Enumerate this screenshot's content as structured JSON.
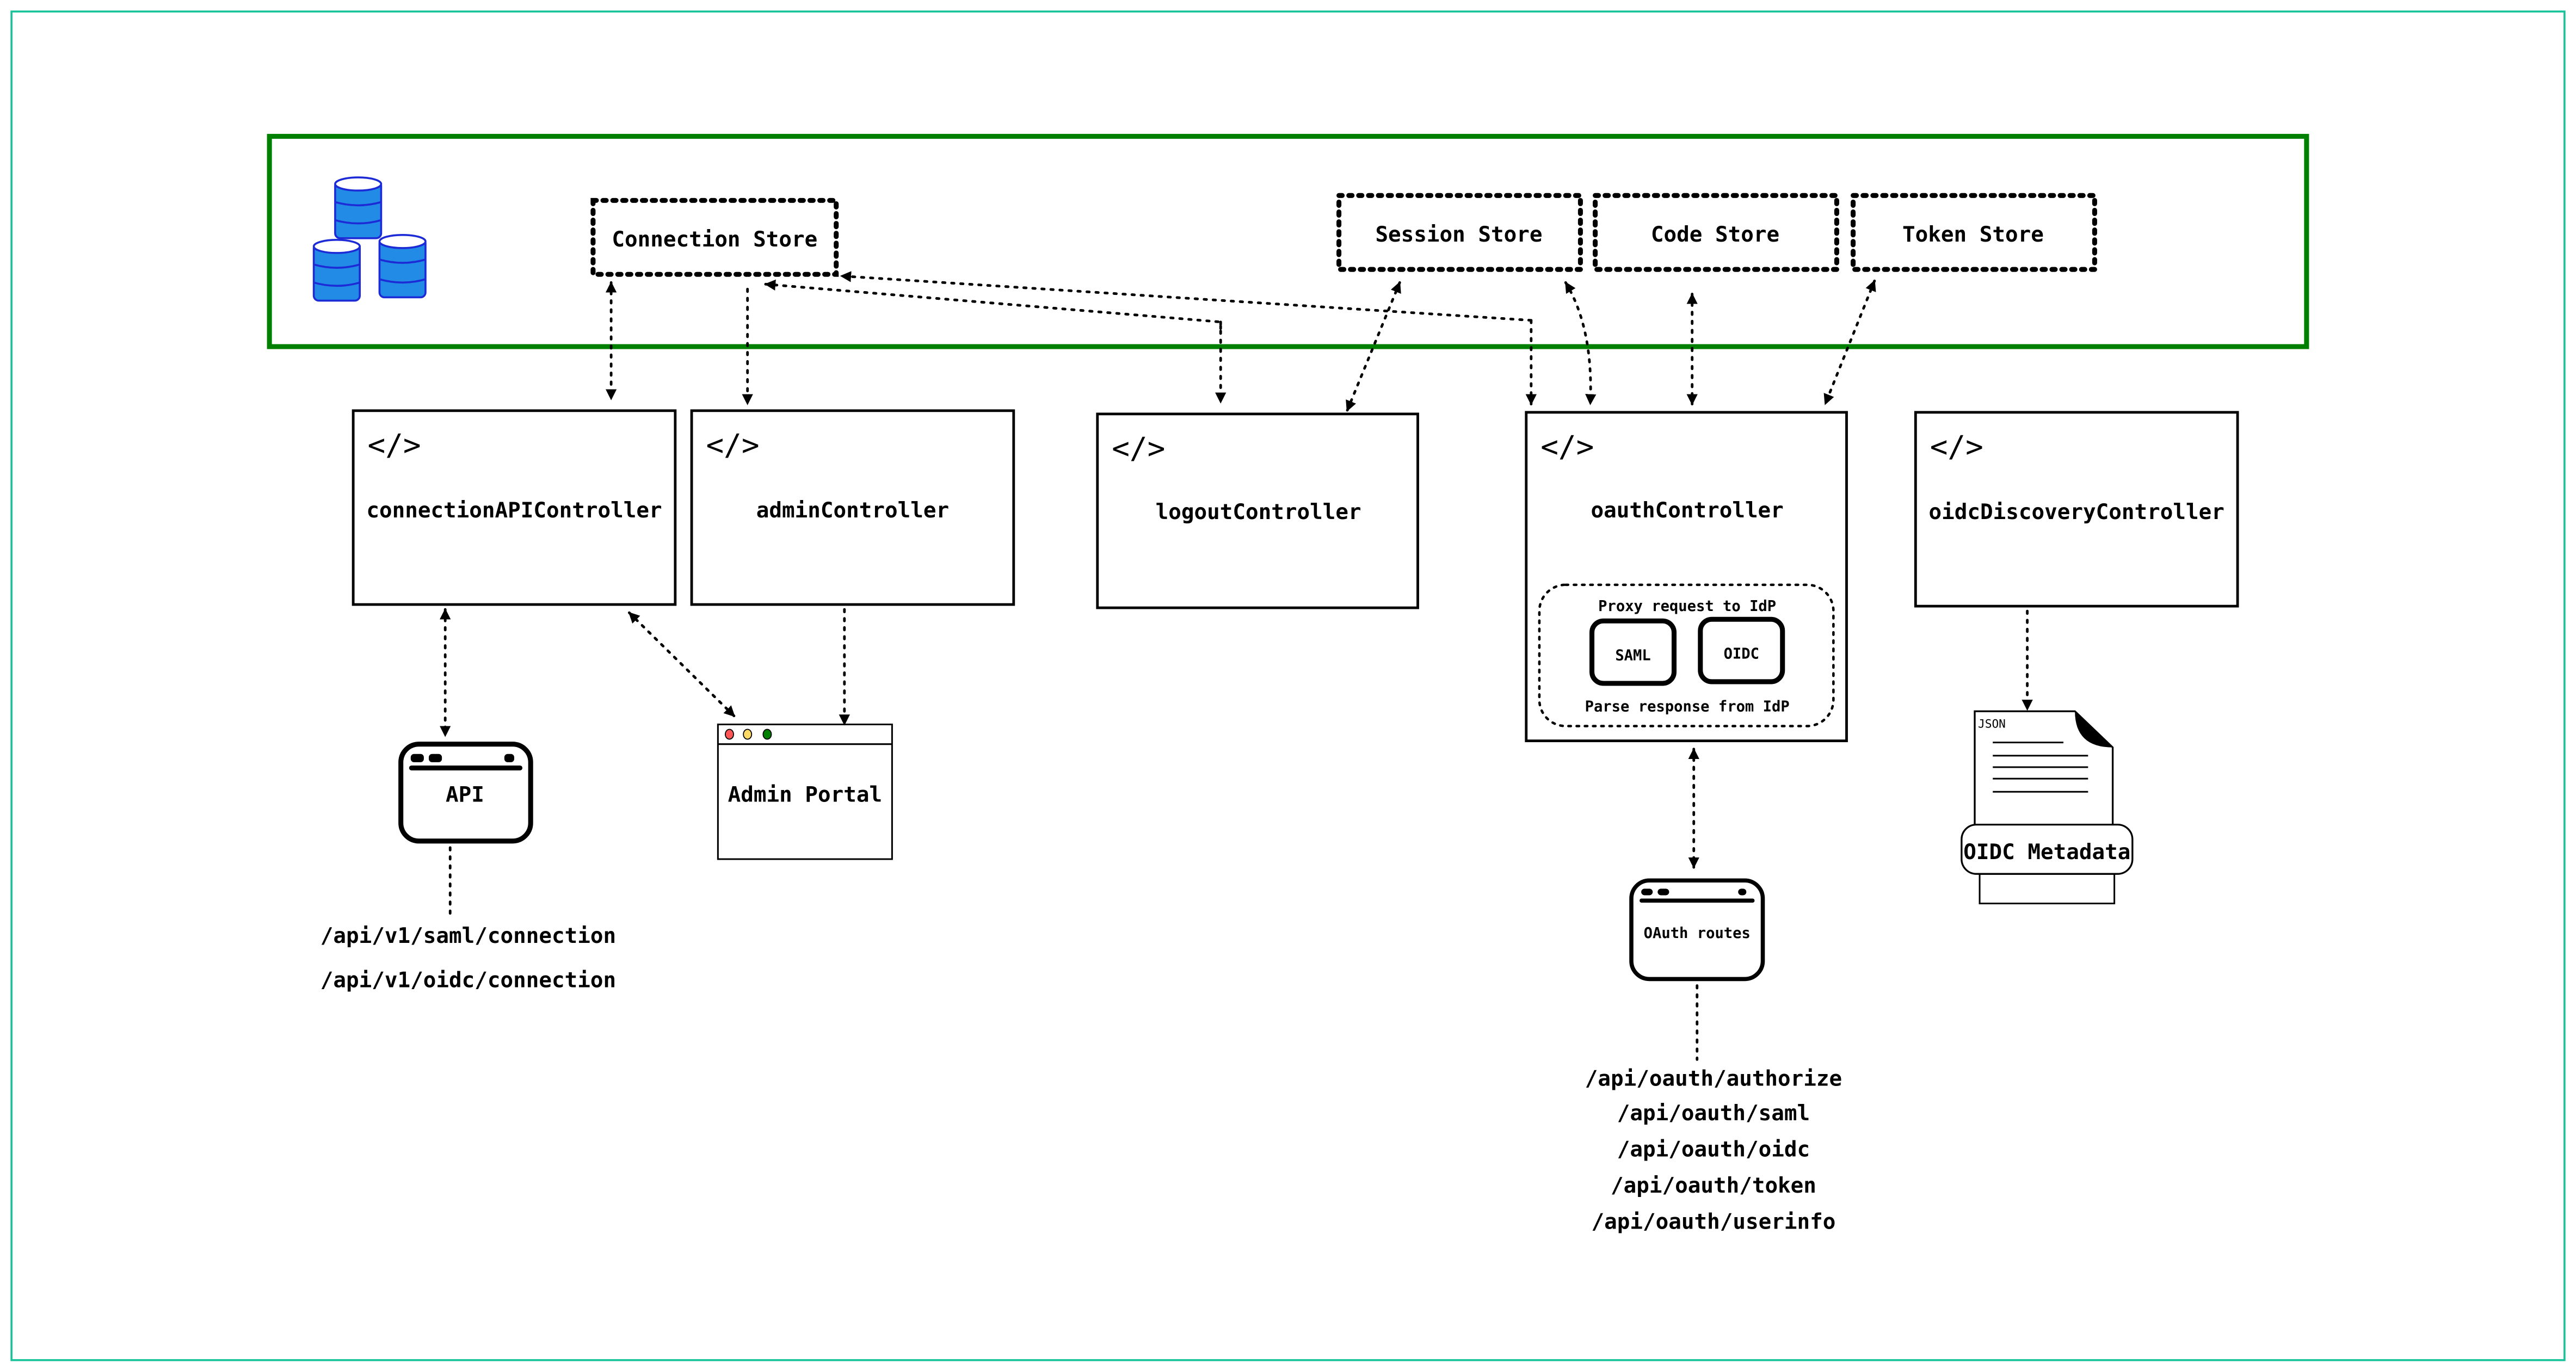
{
  "colors": {
    "frame": "#19c39a",
    "store_group": "#008000",
    "database": "#228be6",
    "database_outline": "#1c2bd6"
  },
  "stores": {
    "connection": "Connection Store",
    "session": "Session Store",
    "code": "Code Store",
    "token": "Token Store"
  },
  "controllers": {
    "connection_api": "connectionAPIController",
    "admin": "adminController",
    "logout": "logoutController",
    "oauth": "oauthController",
    "oidc_discovery": "oidcDiscoveryController"
  },
  "oauth_inner": {
    "proxy": "Proxy request to IdP",
    "saml": "SAML",
    "oidc": "OIDC",
    "parse": "Parse response from IdP"
  },
  "clients": {
    "api": "API",
    "admin_portal": "Admin Portal",
    "oauth_routes": "OAuth routes",
    "doc_type": "JSON",
    "oidc_metadata": "OIDC Metadata"
  },
  "api_routes": [
    "/api/v1/saml/connection",
    "/api/v1/oidc/connection"
  ],
  "oauth_routes": [
    "/api/oauth/authorize",
    "/api/oauth/saml",
    "/api/oauth/oidc",
    "/api/oauth/token",
    "/api/oauth/userinfo"
  ],
  "icons": {
    "controller": "code-brackets-icon",
    "database": "database-stack-icon",
    "window": "browser-window-icon",
    "document": "json-document-icon"
  }
}
